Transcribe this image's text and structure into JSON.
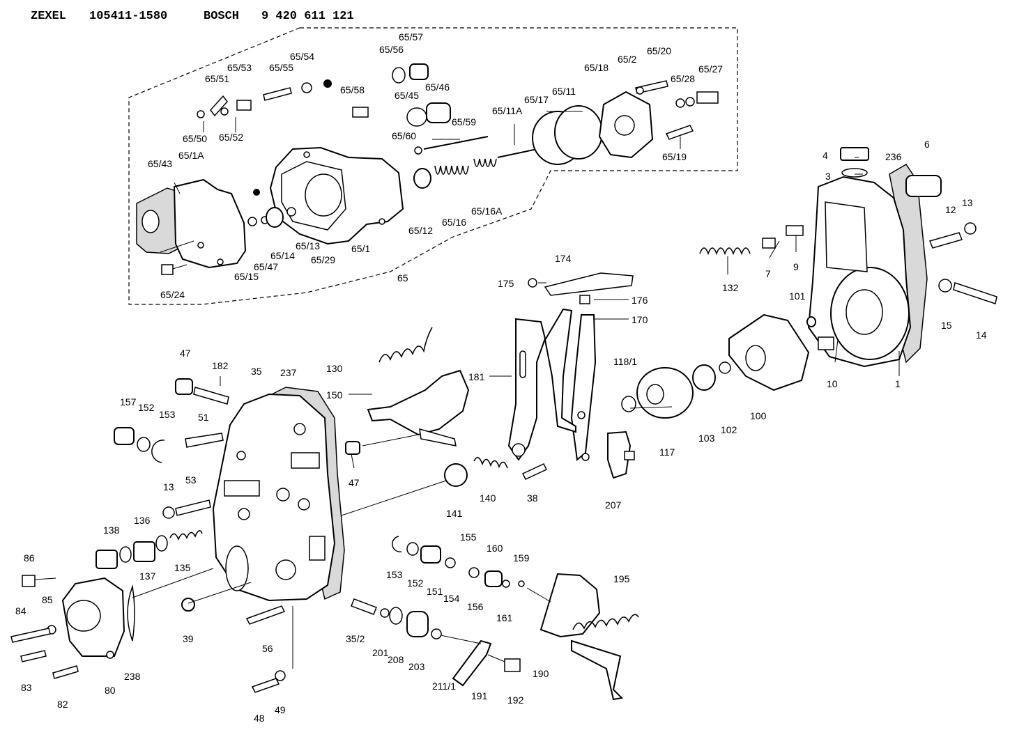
{
  "header": {
    "brand1": "ZEXEL",
    "part_no": "105411-1580",
    "brand2": "BOSCH",
    "bosch_no": "9 420 611 121"
  },
  "labels": {
    "l_65_57": "65/57",
    "l_65_56": "65/56",
    "l_65_54": "65/54",
    "l_65_53": "65/53",
    "l_65_55": "65/55",
    "l_65_51": "65/51",
    "l_65_58": "65/58",
    "l_65_45": "65/45",
    "l_65_46": "65/46",
    "l_65_50": "65/50",
    "l_65_52": "65/52",
    "l_65_60": "65/60",
    "l_65_59": "65/59",
    "l_65_11A": "65/11A",
    "l_65_17": "65/17",
    "l_65_11": "65/11",
    "l_65_18": "65/18",
    "l_65_2": "65/2",
    "l_65_20": "65/20",
    "l_65_28": "65/28",
    "l_65_27": "65/27",
    "l_65_19": "65/19",
    "l_65_43": "65/43",
    "l_65_1A": "65/1A",
    "l_65_12": "65/12",
    "l_65_16": "65/16",
    "l_65_16A": "65/16A",
    "l_65_13": "65/13",
    "l_65_1": "65/1",
    "l_65_14": "65/14",
    "l_65_29": "65/29",
    "l_65_15": "65/15",
    "l_65_47": "65/47",
    "l_65_24": "65/24",
    "l_65": "65",
    "l_4": "4",
    "l_236": "236",
    "l_6": "6",
    "l_3": "3",
    "l_12": "12",
    "l_13a": "13",
    "l_7": "7",
    "l_9": "9",
    "l_132": "132",
    "l_101": "101",
    "l_15": "15",
    "l_14": "14",
    "l_10": "10",
    "l_1": "1",
    "l_174": "174",
    "l_175": "175",
    "l_176": "176",
    "l_170": "170",
    "l_118_1": "118/1",
    "l_181": "181",
    "l_130": "130",
    "l_150": "150",
    "l_47a": "47",
    "l_182": "182",
    "l_35": "35",
    "l_237": "237",
    "l_157": "157",
    "l_152a": "152",
    "l_153a": "153",
    "l_51": "51",
    "l_47b": "47",
    "l_117": "117",
    "l_103": "103",
    "l_102": "102",
    "l_100": "100",
    "l_141": "141",
    "l_140": "140",
    "l_38": "38",
    "l_207": "207",
    "l_13b": "13",
    "l_53": "53",
    "l_138": "138",
    "l_136": "136",
    "l_137": "137",
    "l_135": "135",
    "l_86": "86",
    "l_85": "85",
    "l_84": "84",
    "l_83": "83",
    "l_82": "82",
    "l_80": "80",
    "l_238": "238",
    "l_39": "39",
    "l_56": "56",
    "l_48": "48",
    "l_49": "49",
    "l_153b": "153",
    "l_152b": "152",
    "l_151": "151",
    "l_154": "154",
    "l_155": "155",
    "l_156": "156",
    "l_160": "160",
    "l_161": "161",
    "l_159": "159",
    "l_195": "195",
    "l_35_2": "35/2",
    "l_201": "201",
    "l_208": "208",
    "l_203": "203",
    "l_211_1": "211/1",
    "l_191": "191",
    "l_192": "192",
    "l_190": "190"
  }
}
